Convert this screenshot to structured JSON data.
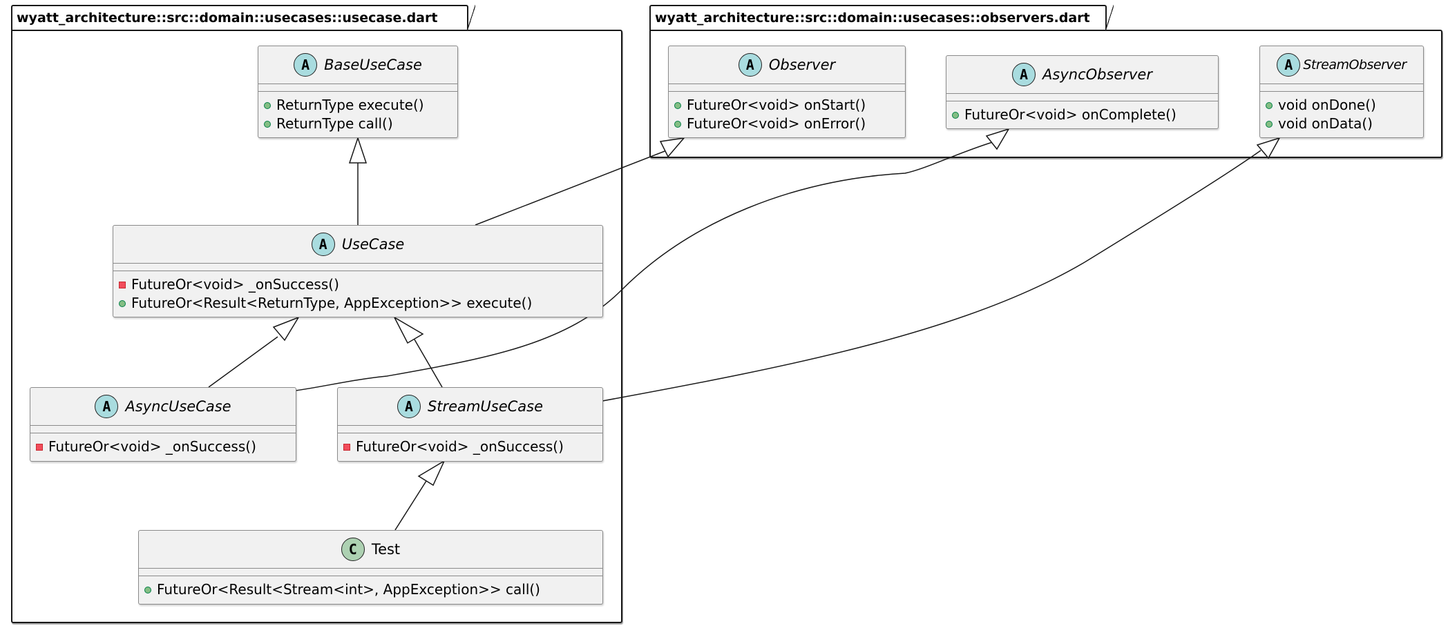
{
  "packages": [
    {
      "id": "usecase_pkg",
      "title": "wyatt_architecture::src::domain::usecases::usecase.dart"
    },
    {
      "id": "observers_pkg",
      "title": "wyatt_architecture::src::domain::usecases::observers.dart"
    }
  ],
  "classes": {
    "BaseUseCase": {
      "name": "BaseUseCase",
      "stereotype": "A",
      "kind": "abstract",
      "methods": [
        {
          "visibility": "public",
          "text": "ReturnType execute()"
        },
        {
          "visibility": "public",
          "text": "ReturnType call()"
        }
      ]
    },
    "UseCase": {
      "name": "UseCase",
      "stereotype": "A",
      "kind": "abstract",
      "methods": [
        {
          "visibility": "private",
          "text": "FutureOr<void> _onSuccess()"
        },
        {
          "visibility": "public",
          "text": "FutureOr<Result<ReturnType, AppException>> execute()"
        }
      ]
    },
    "AsyncUseCase": {
      "name": "AsyncUseCase",
      "stereotype": "A",
      "kind": "abstract",
      "methods": [
        {
          "visibility": "private",
          "text": "FutureOr<void> _onSuccess()"
        }
      ]
    },
    "StreamUseCase": {
      "name": "StreamUseCase",
      "stereotype": "A",
      "kind": "abstract",
      "methods": [
        {
          "visibility": "private",
          "text": "FutureOr<void> _onSuccess()"
        }
      ]
    },
    "Test": {
      "name": "Test",
      "stereotype": "C",
      "kind": "class",
      "methods": [
        {
          "visibility": "public",
          "text": "FutureOr<Result<Stream<int>, AppException>> call()"
        }
      ]
    },
    "Observer": {
      "name": "Observer",
      "stereotype": "A",
      "kind": "abstract",
      "methods": [
        {
          "visibility": "public",
          "text": "FutureOr<void> onStart()"
        },
        {
          "visibility": "public",
          "text": "FutureOr<void> onError()"
        }
      ]
    },
    "AsyncObserver": {
      "name": "AsyncObserver",
      "stereotype": "A",
      "kind": "abstract",
      "methods": [
        {
          "visibility": "public",
          "text": "FutureOr<void> onComplete()"
        }
      ]
    },
    "StreamObserver": {
      "name": "StreamObserver",
      "stereotype": "A",
      "kind": "abstract",
      "methods": [
        {
          "visibility": "public",
          "text": "void onDone()"
        },
        {
          "visibility": "public",
          "text": "void onData()"
        }
      ]
    }
  },
  "relations": [
    {
      "from": "UseCase",
      "to": "BaseUseCase",
      "type": "generalization"
    },
    {
      "from": "AsyncUseCase",
      "to": "UseCase",
      "type": "generalization"
    },
    {
      "from": "StreamUseCase",
      "to": "UseCase",
      "type": "generalization"
    },
    {
      "from": "Test",
      "to": "StreamUseCase",
      "type": "generalization"
    },
    {
      "from": "UseCase",
      "to": "Observer",
      "type": "generalization"
    },
    {
      "from": "AsyncUseCase",
      "to": "AsyncObserver",
      "type": "generalization"
    },
    {
      "from": "StreamUseCase",
      "to": "StreamObserver",
      "type": "generalization"
    }
  ],
  "colors": {
    "abstract_badge": "#a9dcdf",
    "class_badge": "#add1b2",
    "public_marker": "#84be84",
    "private_marker": "#f24d5c",
    "class_fill": "#f1f1f1"
  }
}
